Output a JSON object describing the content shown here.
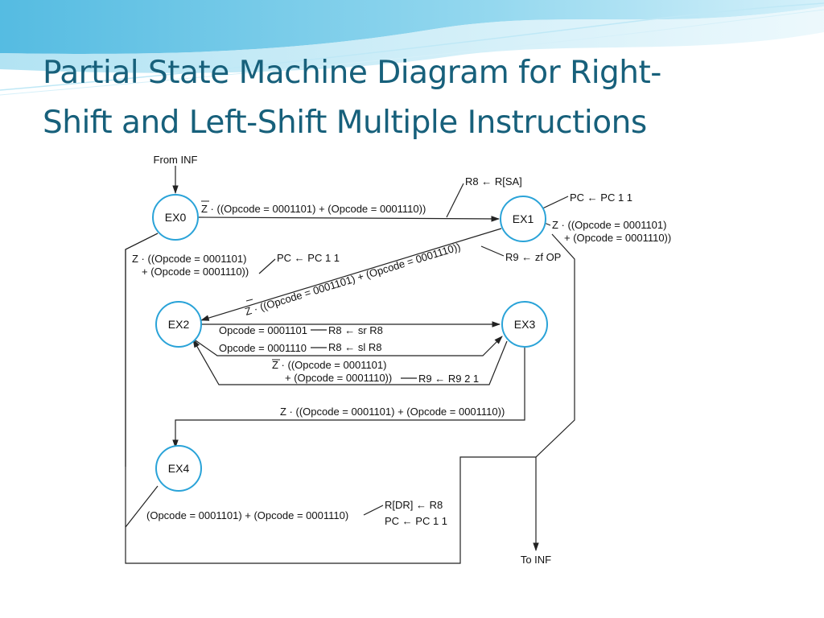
{
  "slide": {
    "title_line1": "Partial State Machine Diagram for Right-",
    "title_line2": "Shift and Left-Shift Multiple Instructions"
  },
  "diagram": {
    "states": [
      "EX0",
      "EX1",
      "EX2",
      "EX3",
      "EX4"
    ],
    "entry_label": "From INF",
    "exit_label": "To INF",
    "labels": {
      "ex0_ex1_cond": "Z · ((Opcode = 0001101) + (Opcode = 0001110))",
      "ex0_ex1_action": "R8 ← R[SA]",
      "ex1_action_pc": "PC ← PC 1 1",
      "ex1_cond_line1": "Z · ((Opcode = 0001101)",
      "ex1_cond_line2": "+ (Opcode = 0001110))",
      "ex1_ex2_action": "R9 ← zf OP",
      "ex1_ex2_cond": "Z · ((Opcode = 0001101) + (Opcode = 0001110))",
      "ex0_ex2_cond_line1": "Z · ((Opcode = 0001101)",
      "ex0_ex2_cond_line2": "+ (Opcode = 0001110))",
      "ex0_ex2_action": "PC ← PC 1 1",
      "ex2_ex3_cond_right": "Opcode = 0001101",
      "ex2_ex3_action_right": "R8 ←  sr R8",
      "ex2_ex3_cond_left": "Opcode = 0001110",
      "ex2_ex3_action_left": "R8 ← sl R8",
      "ex3_ex2_cond_line1": "Z · ((Opcode = 0001101)",
      "ex3_ex2_cond_line2": "+ (Opcode = 0001110))",
      "ex3_ex2_action": "R9 ← R9 2 1",
      "ex3_ex4_cond": "Z · ((Opcode = 0001101) + (Opcode = 0001110))",
      "ex4_cond": "(Opcode = 0001101) + (Opcode = 0001110)",
      "ex4_action_mem": "R[DR] ← R8",
      "ex4_action_pc": "PC ← PC 1 1"
    },
    "colors": {
      "title": "#17607b",
      "state_outline": "#2aa3d8",
      "wave_accent": "#5fc3e4"
    }
  }
}
